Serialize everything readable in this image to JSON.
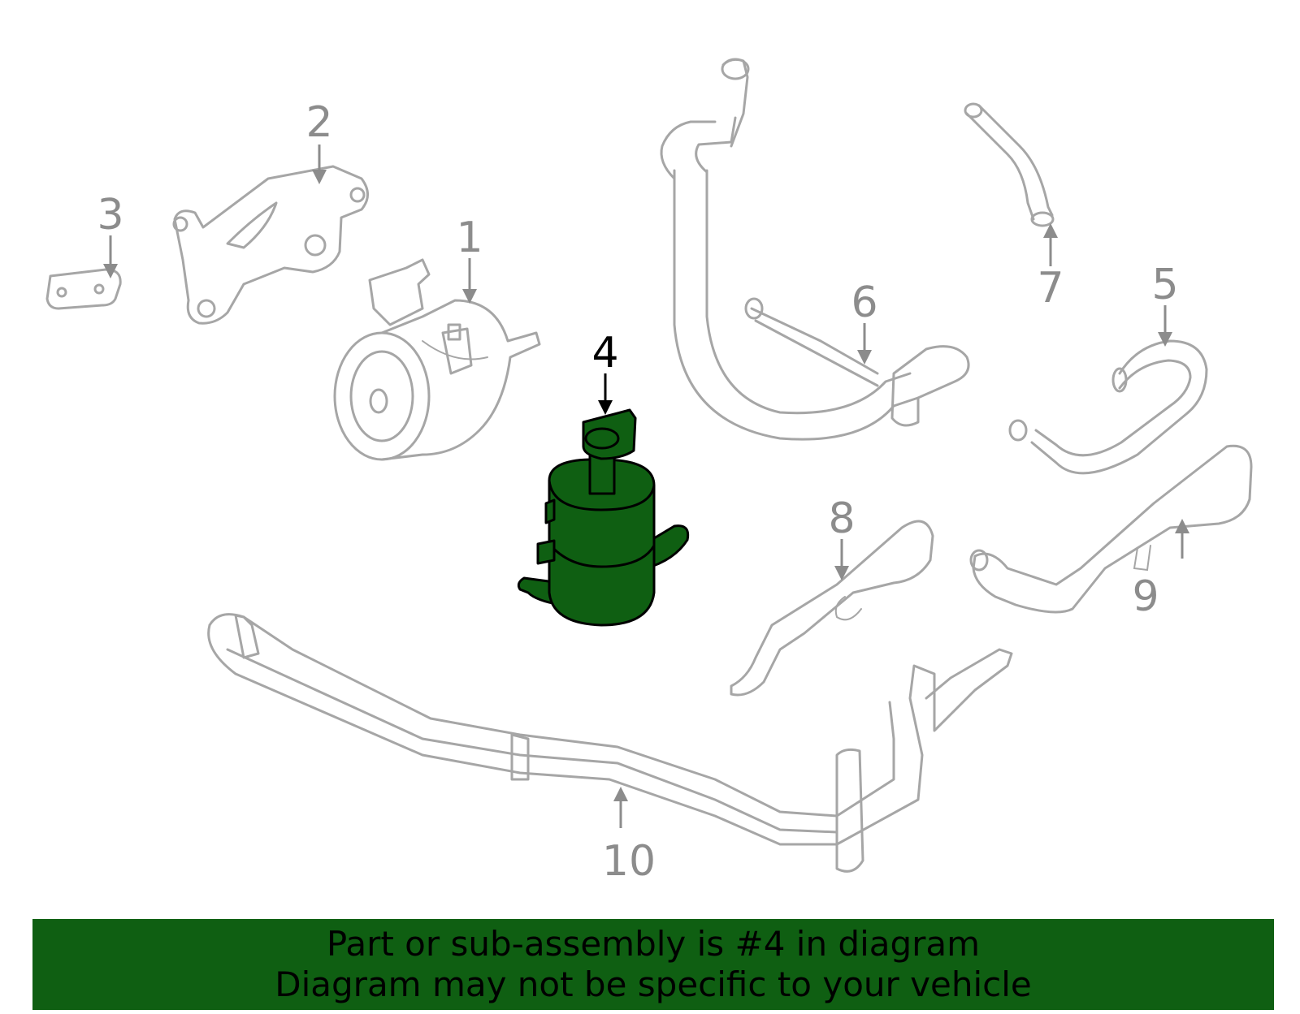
{
  "diagram": {
    "highlight_color": "#0f5f12",
    "callouts": [
      {
        "id": "1",
        "label": "1"
      },
      {
        "id": "2",
        "label": "2"
      },
      {
        "id": "3",
        "label": "3"
      },
      {
        "id": "4",
        "label": "4",
        "highlighted": true
      },
      {
        "id": "5",
        "label": "5"
      },
      {
        "id": "6",
        "label": "6"
      },
      {
        "id": "7",
        "label": "7"
      },
      {
        "id": "8",
        "label": "8"
      },
      {
        "id": "9",
        "label": "9"
      },
      {
        "id": "10",
        "label": "10"
      }
    ]
  },
  "banner": {
    "background": "#0f5f12",
    "line1": "Part or sub-assembly is #4 in diagram",
    "line2": "Diagram may not be specific to your vehicle"
  }
}
